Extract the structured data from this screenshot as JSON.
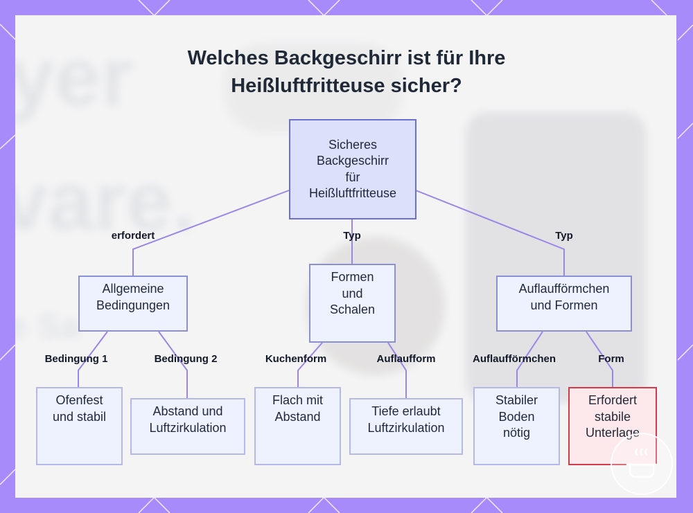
{
  "title": {
    "line1": "Welches Backgeschirr ist für Ihre",
    "line2": "Heißluftfritteuse sicher?"
  },
  "background": {
    "words": [
      "yer",
      "vare.",
      "e Sa"
    ]
  },
  "nodes": {
    "root": "Sicheres\nBackgeschirr\nfür\nHeißluftfritteuse",
    "allgemein": "Allgemeine\nBedingungen",
    "formen": "Formen\nund\nSchalen",
    "auflauf": "Auflaufförmchen\nund Formen",
    "ofenfest": "Ofenfest\nund stabil",
    "abstand": "Abstand und\nLuftzirkulation",
    "flach": "Flach mit\nAbstand",
    "tiefe": "Tiefe erlaubt\nLuftzirkulation",
    "stabiler": "Stabiler\nBoden\nnötig",
    "erfordert": "Erfordert\nstabile\nUnterlage"
  },
  "edge_labels": {
    "erfordert": "erfordert",
    "typ1": "Typ",
    "typ2": "Typ",
    "bedingung1": "Bedingung 1",
    "bedingung2": "Bedingung 2",
    "kuchenform": "Kuchenform",
    "auflaufform": "Auflaufform",
    "auflaufformchen": "Auflaufförmchen",
    "form": "Form"
  },
  "colors": {
    "frame": "#a78bfa",
    "edge": "#9b86e6",
    "node_border": "#8b8fd8",
    "alert_border": "#d33b4b"
  },
  "icons": [
    "air-fryer-logo-icon"
  ]
}
